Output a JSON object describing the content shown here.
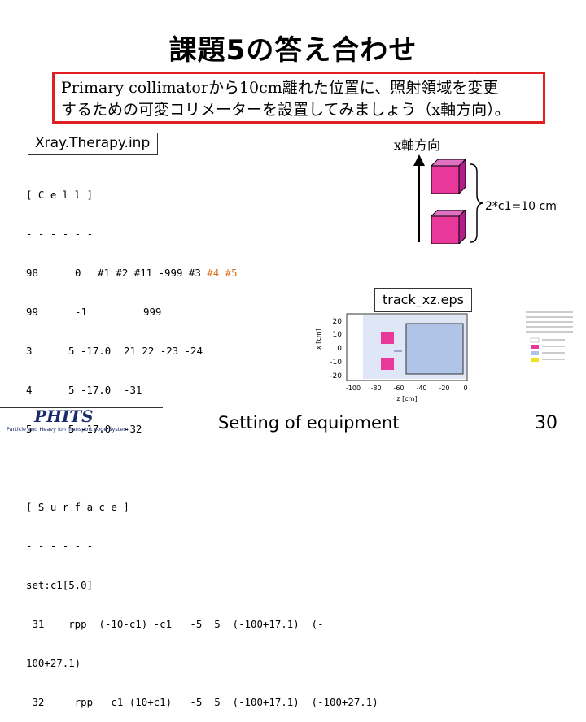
{
  "slide": {
    "title": "課題5の答え合わせ",
    "instruction": {
      "line1": "Primary collimatorから10cm離れた位置に、照射領域を変更",
      "line2": "するための可変コリメーターを設置してみましょう（x軸方向）。"
    },
    "input_file": "Xray.Therapy.inp",
    "x_direction_label": "x軸方向",
    "size_label": "2*c1=10 cm",
    "plot_file_label": "track_xz.eps",
    "caption": "Setting of equipment",
    "page_number": "30"
  },
  "code": {
    "cell_header": "[ C e l l ]",
    "dashes": "- - - - - -",
    "cell_rows": [
      {
        "num": "98",
        "mat": "0",
        "rest": "#1 #2 #11 -999 #3 ",
        "tail": "#4 #5"
      },
      {
        "num": "99",
        "mat": "-1",
        "rest": "999",
        "tail": ""
      },
      {
        "num": "3",
        "mat": "5 -17.0",
        "rest": "21 22 -23 -24",
        "tail": ""
      },
      {
        "num": "4",
        "mat": "5 -17.0",
        "rest": "-31",
        "tail": ""
      },
      {
        "num": "5",
        "mat": "5 -17.0",
        "rest": "-32",
        "tail": ""
      }
    ],
    "surface_header": "[ S u r f a c e ]",
    "surface_dashes": "- - - - - -",
    "set_line": "set:c1[5.0]",
    "surf31_a": " 31    rpp  (-10-c1) -c1   -5  5  (-100+17.1)  (-",
    "surf31_b": "100+27.1)",
    "surf32": " 32     rpp   c1 (10+c1)   -5  5  (-100+17.1)  (-100+27.1)"
  },
  "plot": {
    "y_ticks": [
      "20",
      "10",
      "0",
      "-10",
      "-20"
    ],
    "x_ticks": [
      "-100",
      "-80",
      "-60",
      "-40",
      "-20",
      "0"
    ],
    "xlabel": "z [cm]",
    "ylabel": "x [cm]",
    "colors": {
      "collimator": "#e8389a",
      "target": "#b0c4e8",
      "frame": "#333333"
    }
  },
  "logo": {
    "name": "PHITS",
    "subtitle": "Particle and Heavy Ion Transport code System"
  }
}
